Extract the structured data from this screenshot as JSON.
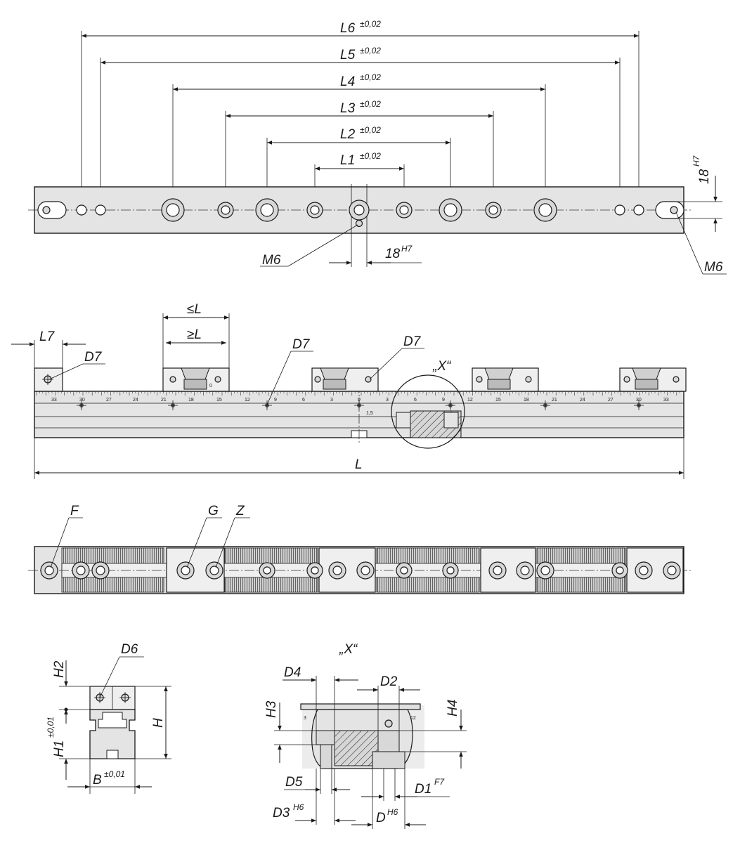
{
  "top_view": {
    "dimensions": [
      {
        "label": "L6",
        "tolerance": "±0,02"
      },
      {
        "label": "L5",
        "tolerance": "±0,02"
      },
      {
        "label": "L4",
        "tolerance": "±0,02"
      },
      {
        "label": "L3",
        "tolerance": "±0,02"
      },
      {
        "label": "L2",
        "tolerance": "±0,02"
      },
      {
        "label": "L1",
        "tolerance": "±0,02"
      }
    ],
    "side_width": {
      "label": "18",
      "fit": "H7"
    },
    "slot_width": {
      "label": "18",
      "fit": "H7"
    },
    "thread_left": "M6",
    "thread_right": "M6"
  },
  "front_view": {
    "labels": {
      "le_l": "≤L",
      "ge_l": "≥L",
      "l7": "L7",
      "d7_a": "D7",
      "d7_b": "D7",
      "d7_c": "D7",
      "detail": "„X“",
      "length": "L"
    },
    "scale_left": [
      "33",
      "30",
      "27",
      "24",
      "21",
      "18",
      "15",
      "12",
      "9",
      "6",
      "3",
      "0"
    ],
    "scale_right": [
      "3",
      "6",
      "9",
      "12",
      "15",
      "18",
      "21",
      "24",
      "27",
      "30",
      "33"
    ],
    "offset_mark": "1,5",
    "block_zero": "0"
  },
  "bottom_view": {
    "labels": {
      "f": "F",
      "g": "G",
      "z": "Z"
    }
  },
  "section_view": {
    "labels": {
      "d6": "D6",
      "h2": "H2",
      "h1": "H1",
      "h1_tol": "±0,01",
      "h": "H",
      "b": "B",
      "b_tol": "±0,01"
    }
  },
  "detail_x": {
    "title": "„X“",
    "labels": {
      "d4": "D4",
      "d2": "D2",
      "h3": "H3",
      "h4": "H4",
      "d5": "D5",
      "d1": "D1",
      "d1_fit": "F7",
      "d3": "D3",
      "d3_fit": "H6",
      "d": "D",
      "d_fit": "H6",
      "scale_a": "3",
      "scale_b": "12"
    }
  }
}
